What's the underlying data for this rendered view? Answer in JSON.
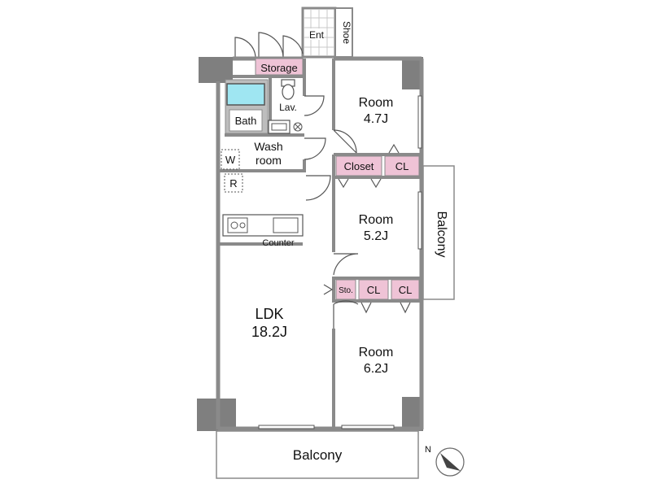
{
  "colors": {
    "wall": "#8a8a8a",
    "wall_thin": "#9a9a9a",
    "pillar": "#7f7f7f",
    "storage_fill": "#efc3d6",
    "bath_fill": "#9fe6f2",
    "bath_area": "#bdbdbd",
    "text": "#111111",
    "background": "#ffffff"
  },
  "rooms": {
    "room1": {
      "name": "Room",
      "size": "4.7J"
    },
    "room2": {
      "name": "Room",
      "size": "5.2J"
    },
    "room3": {
      "name": "Room",
      "size": "6.2J"
    },
    "ldk": {
      "name": "LDK",
      "size": "18.2J"
    }
  },
  "labels": {
    "entrance": "Ent",
    "shoe": "Shoe",
    "storage": "Storage",
    "lav": "Lav.",
    "bath": "Bath",
    "wash_line1": "Wash",
    "wash_line2": "room",
    "w": "W",
    "r": "R",
    "closet": "Closet",
    "cl_top": "CL",
    "sto": "Sto.",
    "cl_mid1": "CL",
    "cl_mid2": "CL",
    "counter": "Counter",
    "balcony_right": "Balcony",
    "balcony_bottom": "Balcony",
    "compass_n": "N"
  },
  "icons": {
    "compass": "compass-arrow-icon",
    "stove": "stove-icon",
    "sink": "sink-icon",
    "toilet": "toilet-icon",
    "bathtub": "bathtub-icon"
  }
}
